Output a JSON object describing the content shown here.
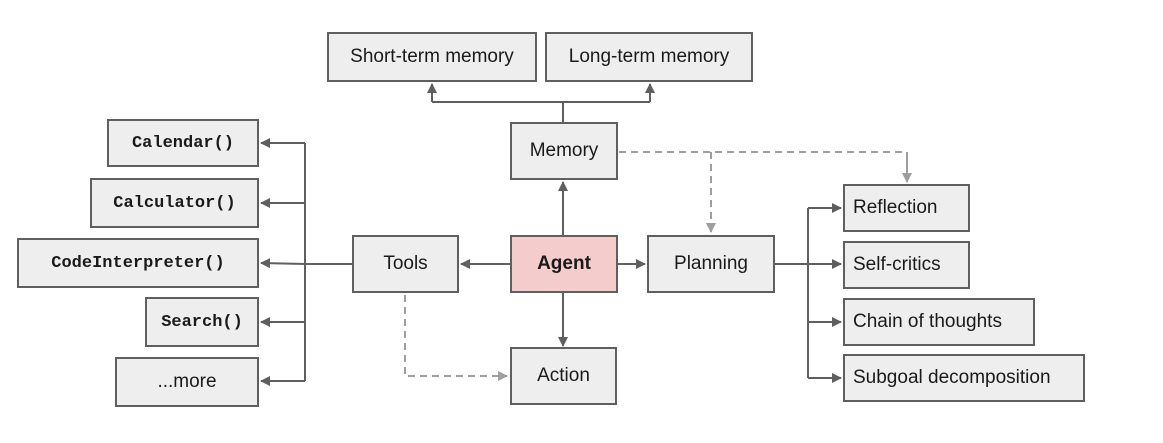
{
  "center": {
    "agent": "Agent"
  },
  "memory": {
    "label": "Memory",
    "short_term": "Short-term memory",
    "long_term": "Long-term memory"
  },
  "tools": {
    "label": "Tools",
    "items": [
      "Calendar()",
      "Calculator()",
      "CodeInterpreter()",
      "Search()",
      "...more"
    ]
  },
  "planning": {
    "label": "Planning",
    "items": [
      "Reflection",
      "Self-critics",
      "Chain of thoughts",
      "Subgoal decomposition"
    ]
  },
  "action": {
    "label": "Action"
  },
  "colors": {
    "agent_fill": "#f4cccc",
    "box_fill": "#eeeeee",
    "border": "#5f5f5f",
    "dashed": "#9e9e9e"
  }
}
